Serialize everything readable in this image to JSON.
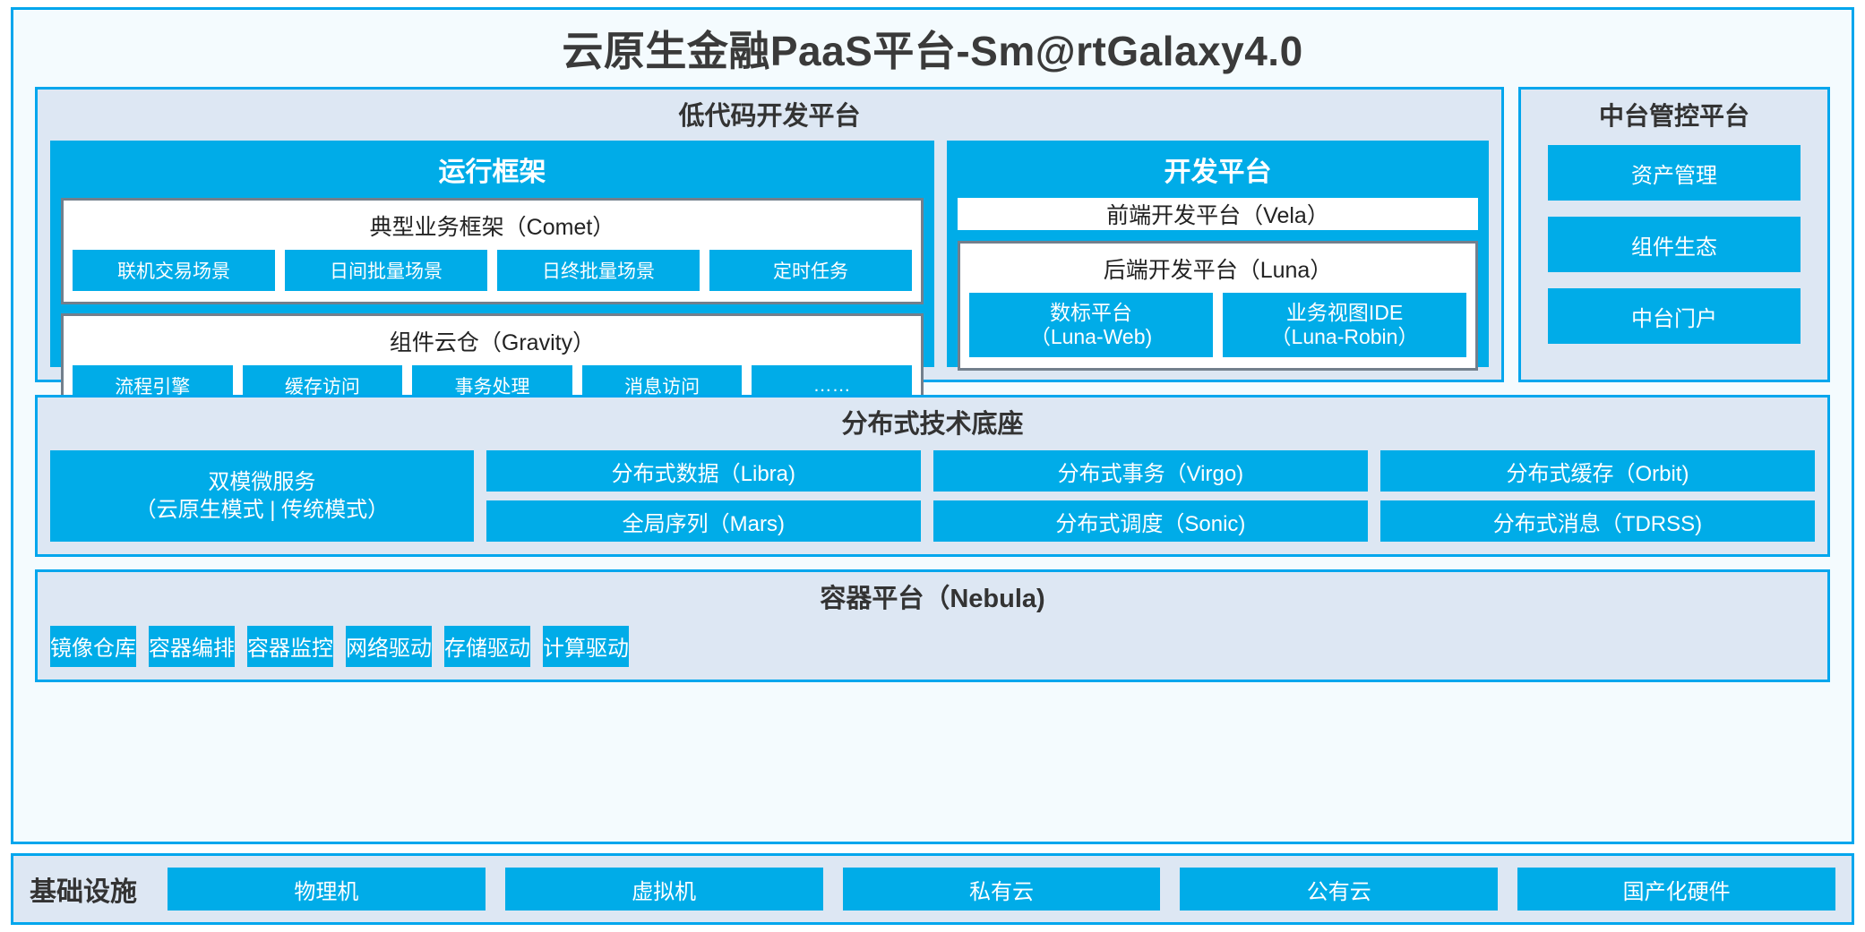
{
  "title": "云原生金融PaaS平台-Sm@rtGalaxy4.0",
  "colors": {
    "accent": "#00ace8",
    "border": "#00a6ed",
    "panel_bg": "#dde7f3",
    "group_border": "#737f8c",
    "page_bg": "#f4fbfe",
    "text": "#333333"
  },
  "lowcode": {
    "title": "低代码开发平台",
    "runtime": {
      "title": "运行框架",
      "groups": [
        {
          "title": "典型业务框架（Comet）",
          "items": [
            "联机交易场景",
            "日间批量场景",
            "日终批量场景",
            "定时任务"
          ]
        },
        {
          "title": "组件云仓（Gravity）",
          "items": [
            "流程引擎",
            "缓存访问",
            "事务处理",
            "消息访问",
            "……"
          ]
        }
      ]
    },
    "devplatform": {
      "title": "开发平台",
      "frontend": "前端开发平台（Vela）",
      "backend": {
        "title": "后端开发平台（Luna）",
        "items": [
          {
            "line1": "数标平台",
            "line2": "（Luna-Web)"
          },
          {
            "line1": "业务视图IDE",
            "line2": "（Luna-Robin）"
          }
        ]
      }
    }
  },
  "control_platform": {
    "title": "中台管控平台",
    "items": [
      "资产管理",
      "组件生态",
      "中台门户"
    ]
  },
  "distributed": {
    "title": "分布式技术底座",
    "wide_tile": {
      "line1": "双模微服务",
      "line2": "（云原生模式 | 传统模式）"
    },
    "columns": [
      [
        "分布式数据（Libra)",
        "全局序列（Mars)"
      ],
      [
        "分布式事务（Virgo)",
        "分布式调度（Sonic)"
      ],
      [
        "分布式缓存（Orbit)",
        "分布式消息（TDRSS)"
      ]
    ]
  },
  "container": {
    "title": "容器平台（Nebula)",
    "items": [
      "镜像仓库",
      "容器编排",
      "容器监控",
      "网络驱动",
      "存储驱动",
      "计算驱动"
    ]
  },
  "infrastructure": {
    "label": "基础设施",
    "items": [
      "物理机",
      "虚拟机",
      "私有云",
      "公有云",
      "国产化硬件"
    ]
  }
}
